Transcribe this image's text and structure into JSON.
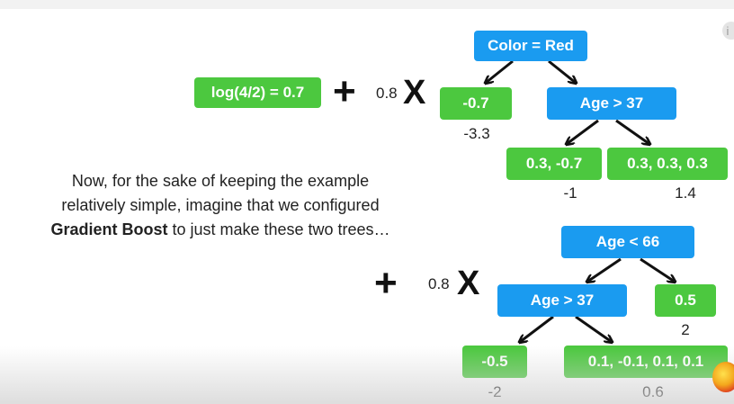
{
  "initial_prediction": {
    "label": "log(4/2) = 0.7"
  },
  "operators": {
    "plus": "+",
    "times": "X"
  },
  "tree1": {
    "learning_rate": "0.8",
    "root": "Color = Red",
    "left_leaf": {
      "residuals": "-0.7",
      "output": "-3.3"
    },
    "right_node": "Age > 37",
    "right_left_leaf": {
      "residuals": "0.3, -0.7",
      "output": "-1"
    },
    "right_right_leaf": {
      "residuals": "0.3, 0.3, 0.3",
      "output": "1.4"
    }
  },
  "tree2": {
    "learning_rate": "0.8",
    "root": "Age < 66",
    "left_node": "Age > 37",
    "right_leaf": {
      "residuals": "0.5",
      "output": "2"
    },
    "left_left_leaf": {
      "residuals": "-0.5",
      "output": "-2"
    },
    "left_right_leaf": {
      "residuals": "0.1, -0.1, 0.1, 0.1",
      "output": "0.6"
    }
  },
  "caption": {
    "line1": "Now, for the sake of keeping the example",
    "line2": "relatively simple, imagine that we configured",
    "line3_bold": "Gradient Boost",
    "line3_rest": " to just make these two trees…"
  },
  "colors": {
    "split_node": "#1a9bf0",
    "leaf_node": "#4cc83f",
    "edge": "#111111"
  },
  "icons": {
    "info": "info-icon",
    "channel_logo": "logo"
  }
}
